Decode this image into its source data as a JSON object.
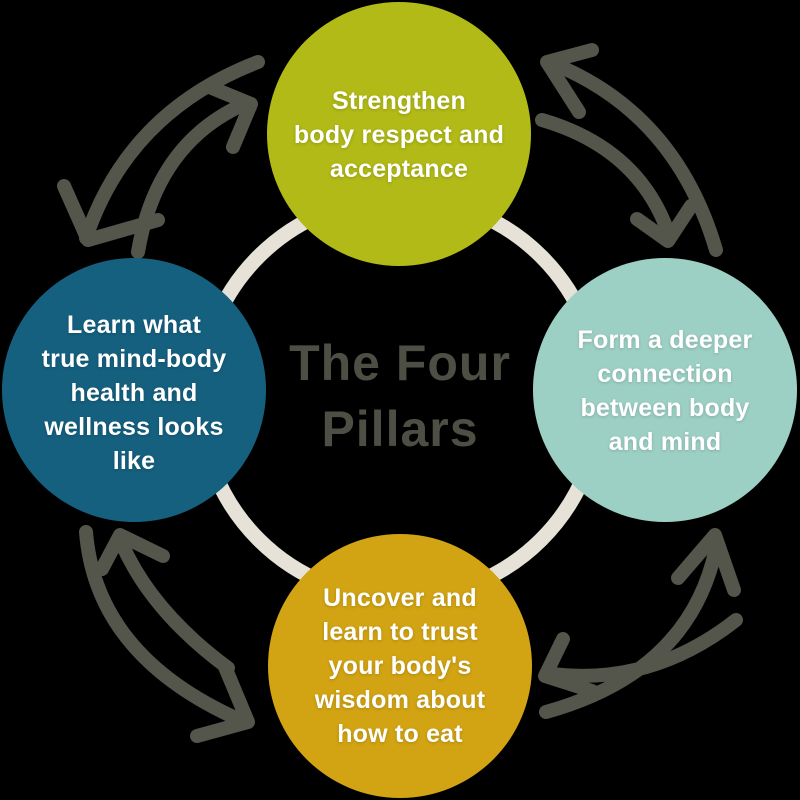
{
  "background": "#000000",
  "center_title": {
    "label": "The Four\nPillars",
    "color": "#4d4f45"
  },
  "ring": {
    "color": "#e7e2d7"
  },
  "arrows": {
    "color": "#54564b",
    "style": "hand-drawn curved double arrows, bidirectional",
    "pairs": [
      {
        "between": "left and top"
      },
      {
        "between": "top and right"
      },
      {
        "between": "right and bottom"
      },
      {
        "between": "bottom and left"
      }
    ]
  },
  "pillars": {
    "top": {
      "label": "Strengthen\nbody respect and\nacceptance",
      "color": "#b1ba16",
      "text_color": "#ffffff"
    },
    "right": {
      "label": "Form a deeper\nconnection\nbetween body\nand mind",
      "color": "#9dd0c4",
      "text_color": "#ffffff"
    },
    "bottom": {
      "label": "Uncover and\nlearn to trust\nyour body's\nwisdom about\nhow to eat",
      "color": "#d2a413",
      "text_color": "#ffffff"
    },
    "left": {
      "label": "Learn what\ntrue mind-body\nhealth and\nwellness looks\nlike",
      "color": "#15607f",
      "text_color": "#ffffff"
    }
  }
}
